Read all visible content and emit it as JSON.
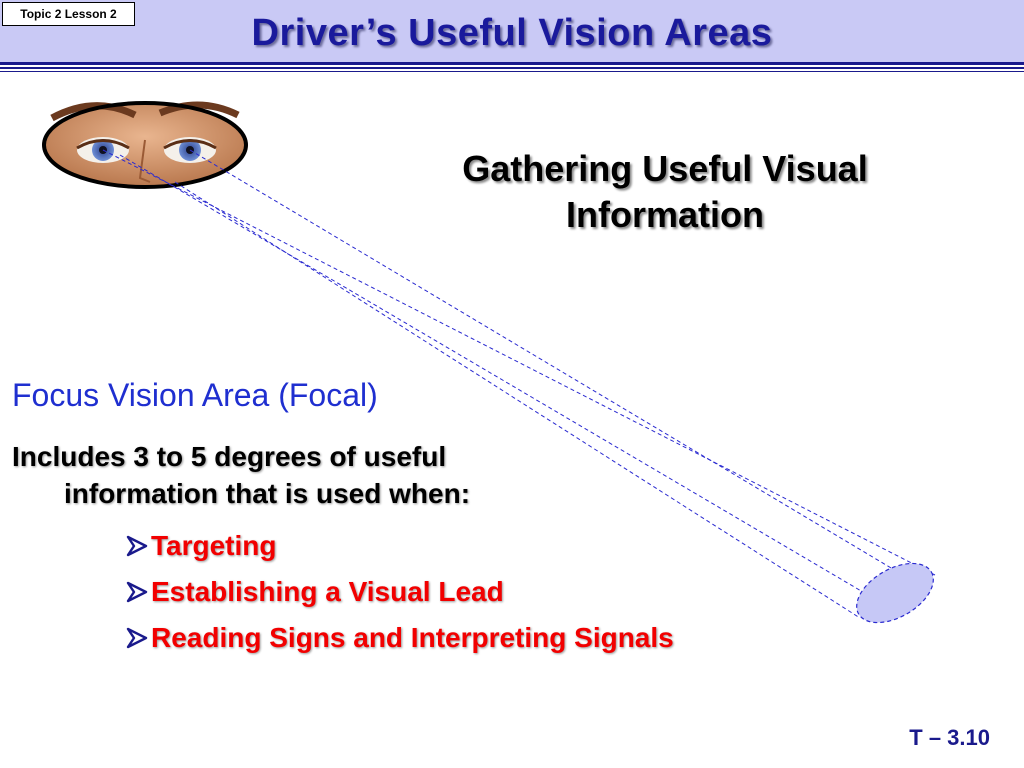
{
  "header": {
    "tag": "Topic 2 Lesson 2",
    "title": "Driver’s Useful Vision Areas"
  },
  "subheading": {
    "line1": "Gathering Useful Visual",
    "line2": "Information"
  },
  "focus_label": "Focus Vision Area  (Focal)",
  "description": {
    "line1": "Includes 3 to 5 degrees of useful",
    "line2": "information that is used when:"
  },
  "bullets": [
    "Targeting",
    "Establishing a Visual Lead",
    "Reading Signs and Interpreting Signals"
  ],
  "slide_number": "T – 3.10",
  "colors": {
    "title": "#1a1a9c",
    "focus_label": "#1f2fd0",
    "bullet_text": "#f20000",
    "vision_lines": "#2a2ad0",
    "focal_ellipse_fill": "#c6c8f6"
  },
  "icons": [
    "eyes-illustration",
    "bullet-arrow-icon",
    "focal-area-ellipse"
  ]
}
